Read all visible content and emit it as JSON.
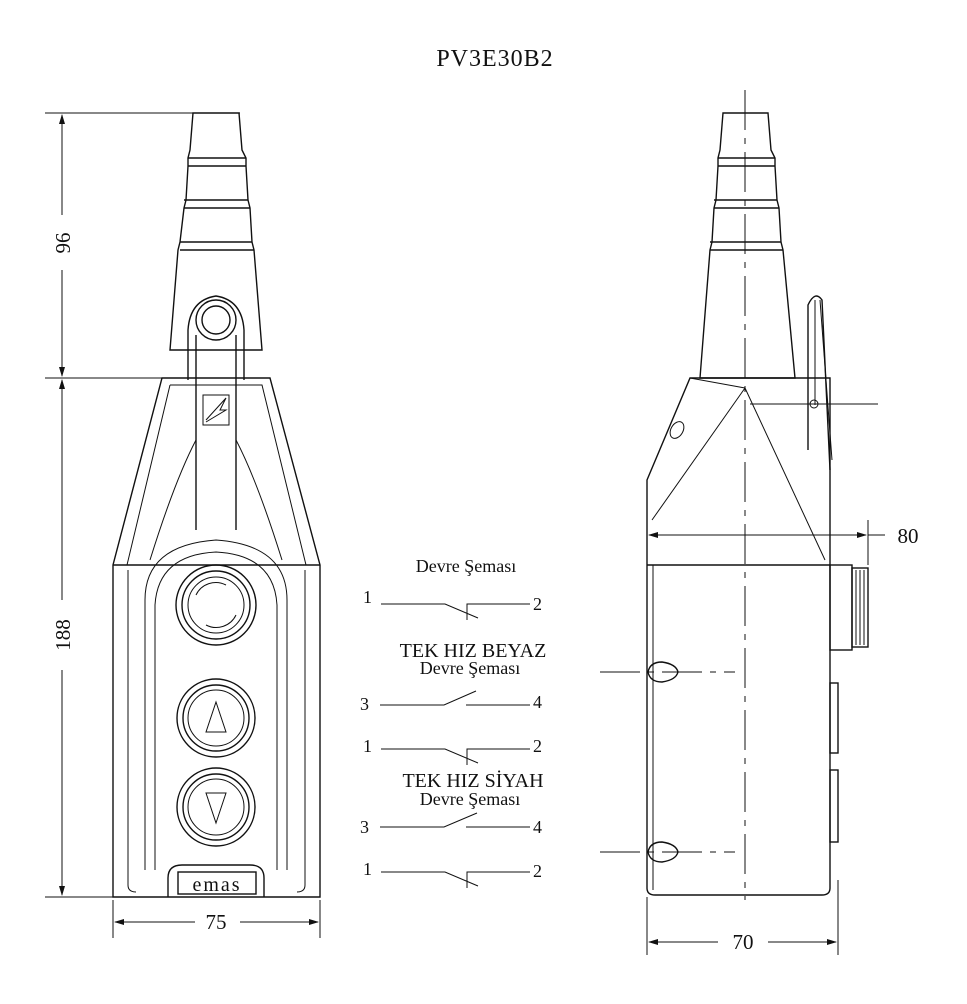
{
  "title": "PV3E30B2",
  "front_view": {
    "dim_top": "96",
    "dim_body": "188",
    "dim_width": "75",
    "logo": "emas"
  },
  "side_view": {
    "dim_depth": "80",
    "dim_width": "70"
  },
  "schematics": {
    "main_title": "Devre Şeması",
    "block1": {
      "left": "1",
      "right": "2"
    },
    "white_title": "TEK HIZ BEYAZ",
    "white_subtitle": "Devre Şeması",
    "white_no": {
      "left": "3",
      "right": "4"
    },
    "white_nc": {
      "left": "1",
      "right": "2"
    },
    "black_title": "TEK HIZ SİYAH",
    "black_subtitle": "Devre Şeması",
    "black_no": {
      "left": "3",
      "right": "4"
    },
    "black_nc": {
      "left": "1",
      "right": "2"
    }
  }
}
